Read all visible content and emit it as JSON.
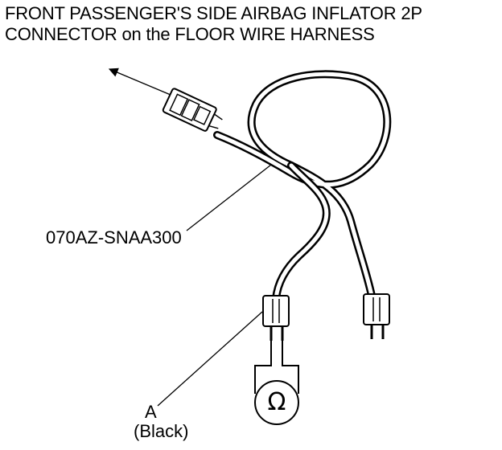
{
  "title": {
    "line1": "FRONT PASSENGER'S SIDE AIRBAG INFLATOR 2P",
    "line2": "CONNECTOR on the FLOOR WIRE HARNESS"
  },
  "part_number": "070AZ-SNAA300",
  "callout": {
    "letter": "A",
    "color_note": "(Black)"
  },
  "meter_symbol": "Ω",
  "icons": [
    "arrow-icon",
    "connector-icon",
    "ohmmeter-icon"
  ]
}
